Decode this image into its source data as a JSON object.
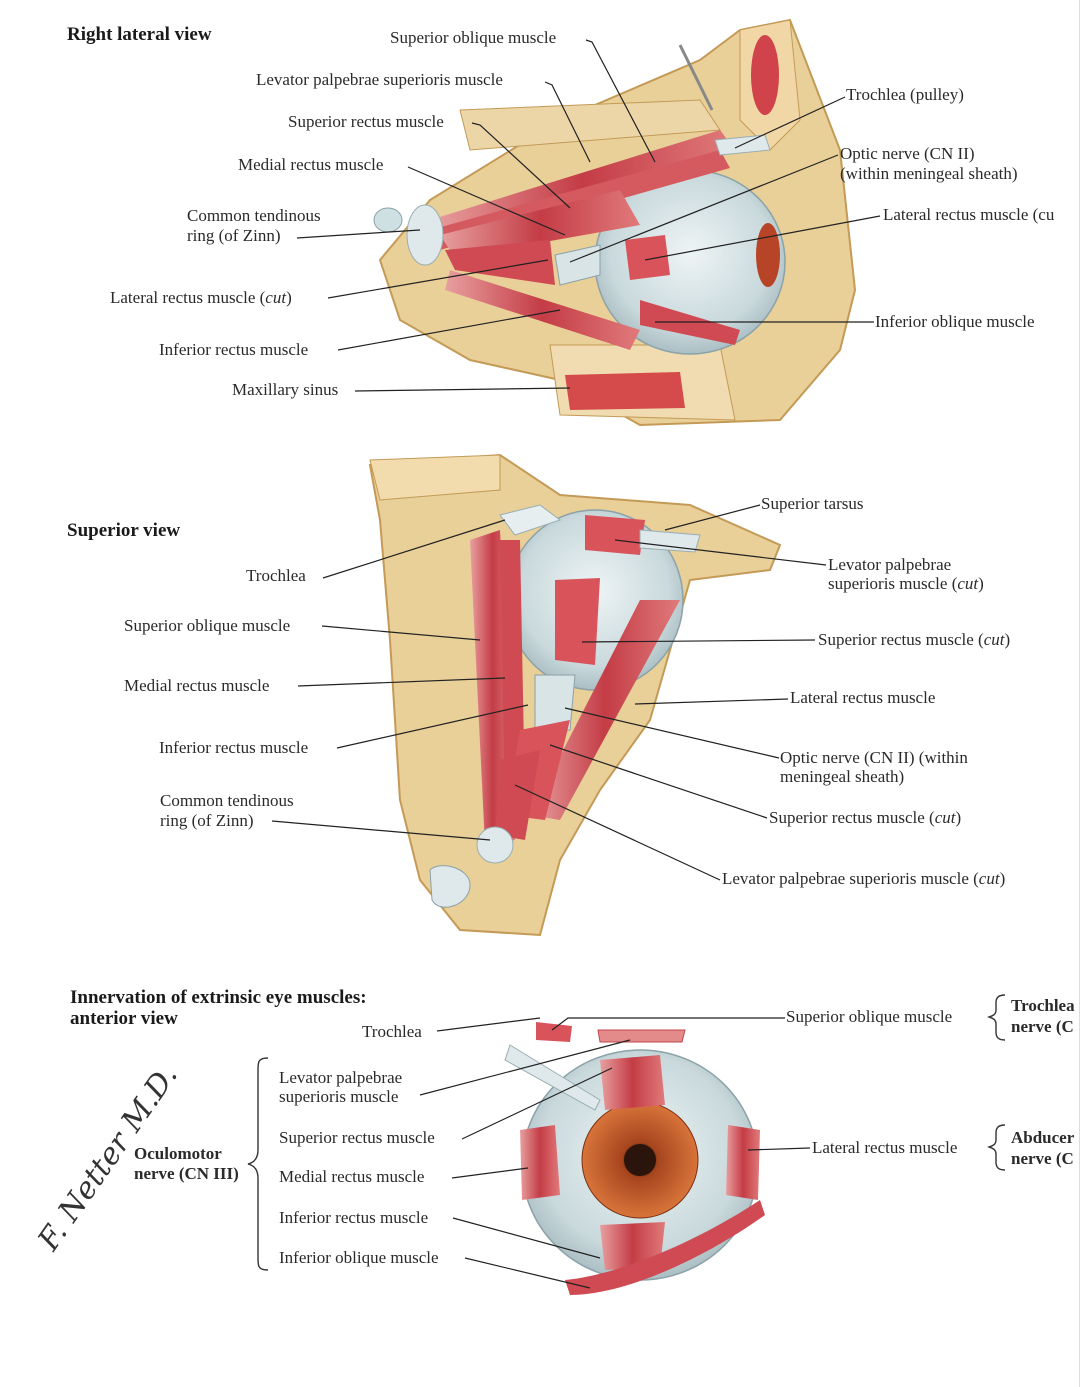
{
  "lateral": {
    "title": "Right lateral view",
    "labels": {
      "superior_oblique": "Superior oblique muscle",
      "levator": "Levator palpebrae superioris muscle",
      "superior_rectus": "Superior rectus muscle",
      "medial_rectus": "Medial rectus muscle",
      "common_ring_1": "Common tendinous",
      "common_ring_2": "ring (of Zinn)",
      "lateral_rectus_cut_pre": "Lateral rectus muscle (",
      "lateral_rectus_cut_it": "cut",
      "lateral_rectus_cut_post": ")",
      "inferior_rectus": "Inferior rectus muscle",
      "maxillary_sinus": "Maxillary sinus",
      "trochlea_pulley": "Trochlea (pulley)",
      "optic_nerve_1": "Optic nerve (CN II)",
      "optic_nerve_2": "(within meningeal sheath)",
      "lateral_rectus_right": "Lateral rectus muscle (cu",
      "inferior_oblique": "Inferior oblique muscle"
    }
  },
  "superior": {
    "title": "Superior view",
    "labels": {
      "trochlea": "Trochlea",
      "superior_oblique": "Superior oblique muscle",
      "medial_rectus": "Medial rectus muscle",
      "inferior_rectus": "Inferior rectus muscle",
      "common_ring_1": "Common tendinous",
      "common_ring_2": "ring (of Zinn)",
      "superior_tarsus": "Superior tarsus",
      "levator_cut_1": "Levator palpebrae",
      "levator_cut_2_pre": "superioris muscle (",
      "cut": "cut",
      "close": ")",
      "superior_rectus_cut_pre": "Superior rectus muscle (",
      "lateral_rectus": "Lateral rectus muscle",
      "optic_nerve_1": "Optic nerve (CN II) (within",
      "optic_nerve_2": "meningeal sheath)",
      "superior_rectus_cut2_pre": "Superior rectus muscle (",
      "levator_cut_long_pre": "Levator palpebrae superioris muscle ("
    }
  },
  "anterior": {
    "title_1": "Innervation of extrinsic eye muscles:",
    "title_2": "anterior view",
    "labels": {
      "trochlea": "Trochlea",
      "levator_1": "Levator palpebrae",
      "levator_2": "superioris muscle",
      "superior_rectus": "Superior rectus muscle",
      "medial_rectus": "Medial rectus muscle",
      "inferior_rectus": "Inferior rectus muscle",
      "inferior_oblique": "Inferior oblique muscle",
      "oculomotor_1": "Oculomotor",
      "oculomotor_2": "nerve (CN III)",
      "superior_oblique": "Superior oblique muscle",
      "trochlear_1": "Trochlea",
      "trochlear_2": "nerve (C",
      "lateral_rectus": "Lateral rectus muscle",
      "abducens_1": "Abducer",
      "abducens_2": "nerve (C"
    }
  },
  "signature": "F. Netter M.D.",
  "colors": {
    "muscle": "#c9414b",
    "muscle_light": "#e58a8a",
    "bone": "#e7c98d",
    "bone_dark": "#c99a52",
    "globe": "#cfdde0",
    "iris": "#c0582a"
  }
}
